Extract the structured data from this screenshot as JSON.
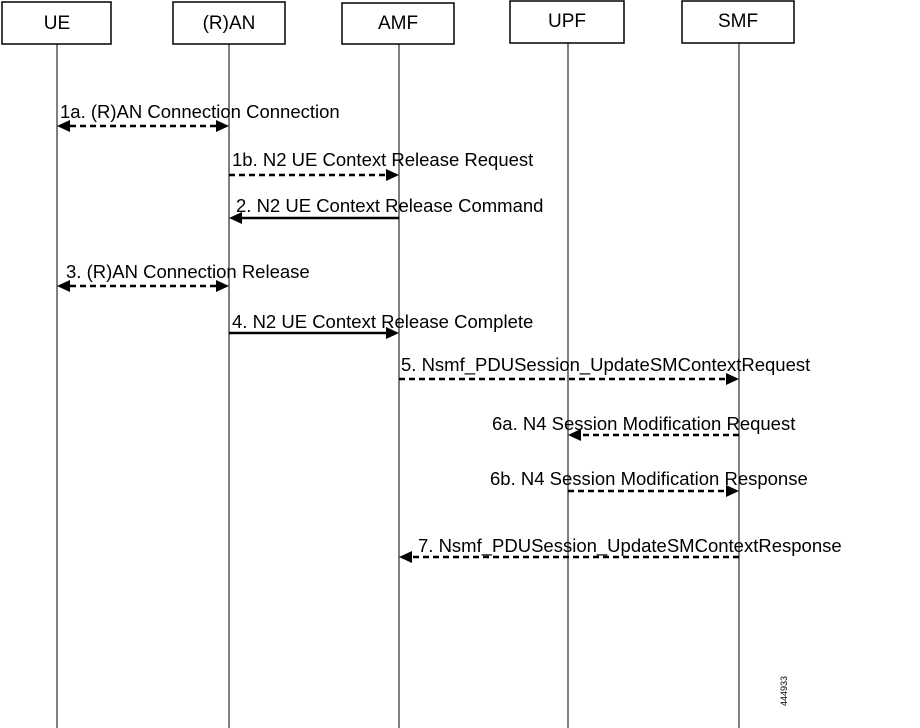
{
  "participants": [
    {
      "id": "ue",
      "label": "UE"
    },
    {
      "id": "ran",
      "label": "(R)AN"
    },
    {
      "id": "amf",
      "label": "AMF"
    },
    {
      "id": "upf",
      "label": "UPF"
    },
    {
      "id": "smf",
      "label": "SMF"
    }
  ],
  "messages": [
    {
      "label": "1a. (R)AN Connection Connection",
      "from": "ue",
      "to": "ran",
      "style": "dashed",
      "bidirectional": true
    },
    {
      "label": "1b. N2 UE Context Release Request",
      "from": "ran",
      "to": "amf",
      "style": "dashed",
      "bidirectional": false
    },
    {
      "label": "2. N2 UE Context Release Command",
      "from": "amf",
      "to": "ran",
      "style": "solid",
      "bidirectional": false
    },
    {
      "label": "3. (R)AN Connection Release",
      "from": "ue",
      "to": "ran",
      "style": "dashed",
      "bidirectional": true
    },
    {
      "label": "4. N2 UE Context Release Complete",
      "from": "ran",
      "to": "amf",
      "style": "solid",
      "bidirectional": false
    },
    {
      "label": "5. Nsmf_PDUSession_UpdateSMContextRequest",
      "from": "amf",
      "to": "smf",
      "style": "dashed",
      "bidirectional": false
    },
    {
      "label": "6a. N4 Session Modification Request",
      "from": "smf",
      "to": "upf",
      "style": "dashed",
      "bidirectional": false
    },
    {
      "label": "6b. N4 Session Modification Response",
      "from": "upf",
      "to": "smf",
      "style": "dashed",
      "bidirectional": false
    },
    {
      "label": "7. Nsmf_PDUSession_UpdateSMContextResponse",
      "from": "smf",
      "to": "amf",
      "style": "dashed",
      "bidirectional": false
    }
  ],
  "figure_id": "444933"
}
